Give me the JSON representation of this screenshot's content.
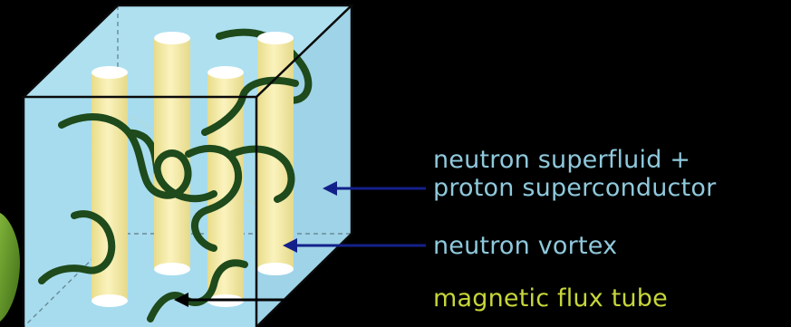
{
  "colors": {
    "background": "#000000",
    "cube_face": "#a7dcee",
    "cube_edge": "#0a0a0a",
    "tube_fill": "#f4eba6",
    "tube_cap": "#ffffff",
    "vortex_line": "#1e4a1c",
    "label_blue": "#8fc9dc",
    "label_green": "#c6d63a",
    "arrow_blue": "#13208a",
    "arrow_black": "#000000",
    "leaf": "#5a8e22"
  },
  "labels": {
    "superfluid_line1": "neutron superfluid +",
    "superfluid_line2": "proton superconductor",
    "vortex": "neutron vortex",
    "flux_tube": "magnetic flux tube"
  },
  "icons": {
    "arrow_superfluid": "arrow-left-icon",
    "arrow_vortex": "arrow-left-icon",
    "arrow_flux": "arrow-left-icon"
  }
}
